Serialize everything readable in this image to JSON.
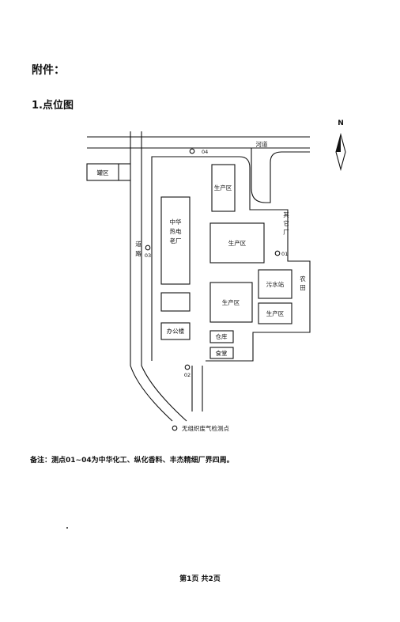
{
  "document": {
    "attachment_label": "附件：",
    "section_title": "1.点位图",
    "remark": "备注：测点01~04为中华化工、纵化香料、丰杰精细厂界四周。",
    "page_number": "第1页  共2页"
  },
  "map": {
    "north": "N",
    "areas": {
      "tank": "罐区",
      "old_plant": [
        "中华",
        "热电",
        "老厂"
      ],
      "production_top": "生产区",
      "production_middle": "生产区",
      "production_bottom": "生产区",
      "wastewater": "污水站",
      "production_small": "生产区",
      "office": "办公楼",
      "warehouse": "仓库",
      "canteen": "食堂"
    },
    "labels": {
      "river": "河道",
      "road": [
        "道",
        "路"
      ],
      "other_plant": [
        "其",
        "它",
        "厂"
      ],
      "farmland": [
        "农",
        "田"
      ]
    },
    "points": {
      "p01": "01",
      "p02": "02",
      "p03": "03",
      "p04": "04"
    },
    "legend": "无组织废气检测点"
  }
}
